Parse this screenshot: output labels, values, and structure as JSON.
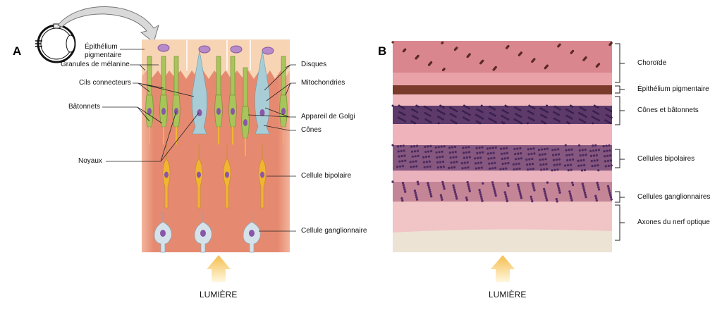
{
  "panel_a": {
    "letter": "A",
    "labels": {
      "epithelium": "Épithélium\npigmentaire",
      "epithelium_1": "Épithélium",
      "epithelium_2": "pigmentaire",
      "melanin": "Granules de mélanine",
      "cilia": "Cils connecteurs",
      "rods": "Bâtonnets",
      "nuclei": "Noyaux",
      "discs": "Disques",
      "mitochondria": "Mitochondries",
      "golgi": "Appareil de Golgi",
      "cones": "Cônes",
      "bipolar": "Cellule bipolaire",
      "ganglion": "Cellule ganglionnaire"
    },
    "light": "LUMIÈRE"
  },
  "panel_b": {
    "letter": "B",
    "layers": [
      "Choroïde",
      "Épithélium pigmentaire",
      "Cônes et bâtonnets",
      "Cellules bipolaires",
      "Cellules ganglionnaires",
      "Axones du nerf optique"
    ],
    "light": "LUMIÈRE"
  },
  "colors": {
    "rod": "#a8c45a",
    "cone": "#a9cdd6",
    "bipolar": "#f0b632",
    "ganglion": "#d5e2ea",
    "tissue": "#e58a70",
    "epithelium": "#f6cfae",
    "arrow": "#f7c45a"
  }
}
